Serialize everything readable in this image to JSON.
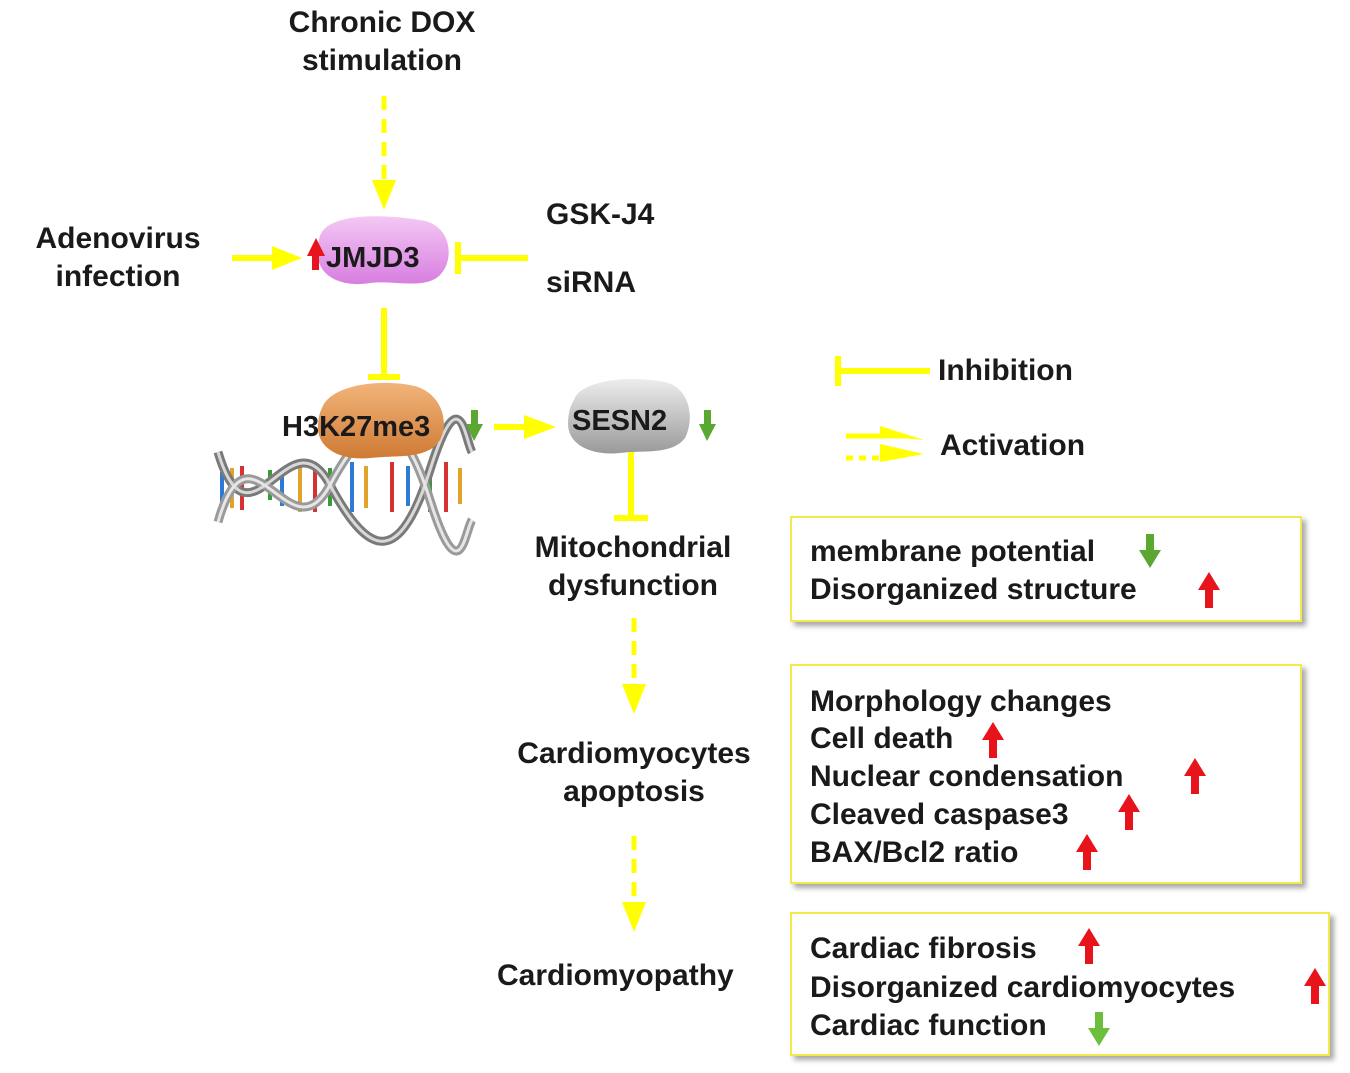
{
  "nodes": {
    "dox_line1": "Chronic DOX",
    "dox_line2": "stimulation",
    "adeno_line1": "Adenovirus",
    "adeno_line2": "infection",
    "jmjd3": "JMJD3",
    "gsk": "GSK-J4",
    "sirna": "siRNA",
    "h3k": "H3K27me3",
    "sesn2": "SESN2",
    "mito_line1": "Mitochondrial",
    "mito_line2": "dysfunction",
    "apop_line1": "Cardiomyocytes",
    "apop_line2": "apoptosis",
    "cardio": "Cardiomyopathy"
  },
  "legend": {
    "inhibition": "Inhibition",
    "activation": "Activation"
  },
  "boxes": {
    "mito": [
      "membrane potential",
      "Disorganized structure"
    ],
    "apop": [
      "Morphology changes",
      "Cell death",
      "Nuclear condensation",
      "Cleaved caspase3",
      "BAX/Bcl2 ratio"
    ],
    "cardio": [
      "Cardiac fibrosis",
      "Disorganized cardiomyocytes",
      "Cardiac function"
    ]
  },
  "colors": {
    "arrow": "#ffff00",
    "up": "#e8141b",
    "down": "#5aa832",
    "box_border": "#f2e94a",
    "jmjd3_shape": "#e59be8",
    "h3k_shape": "#e0924a",
    "sesn2_shape": "#b5b5b5"
  }
}
